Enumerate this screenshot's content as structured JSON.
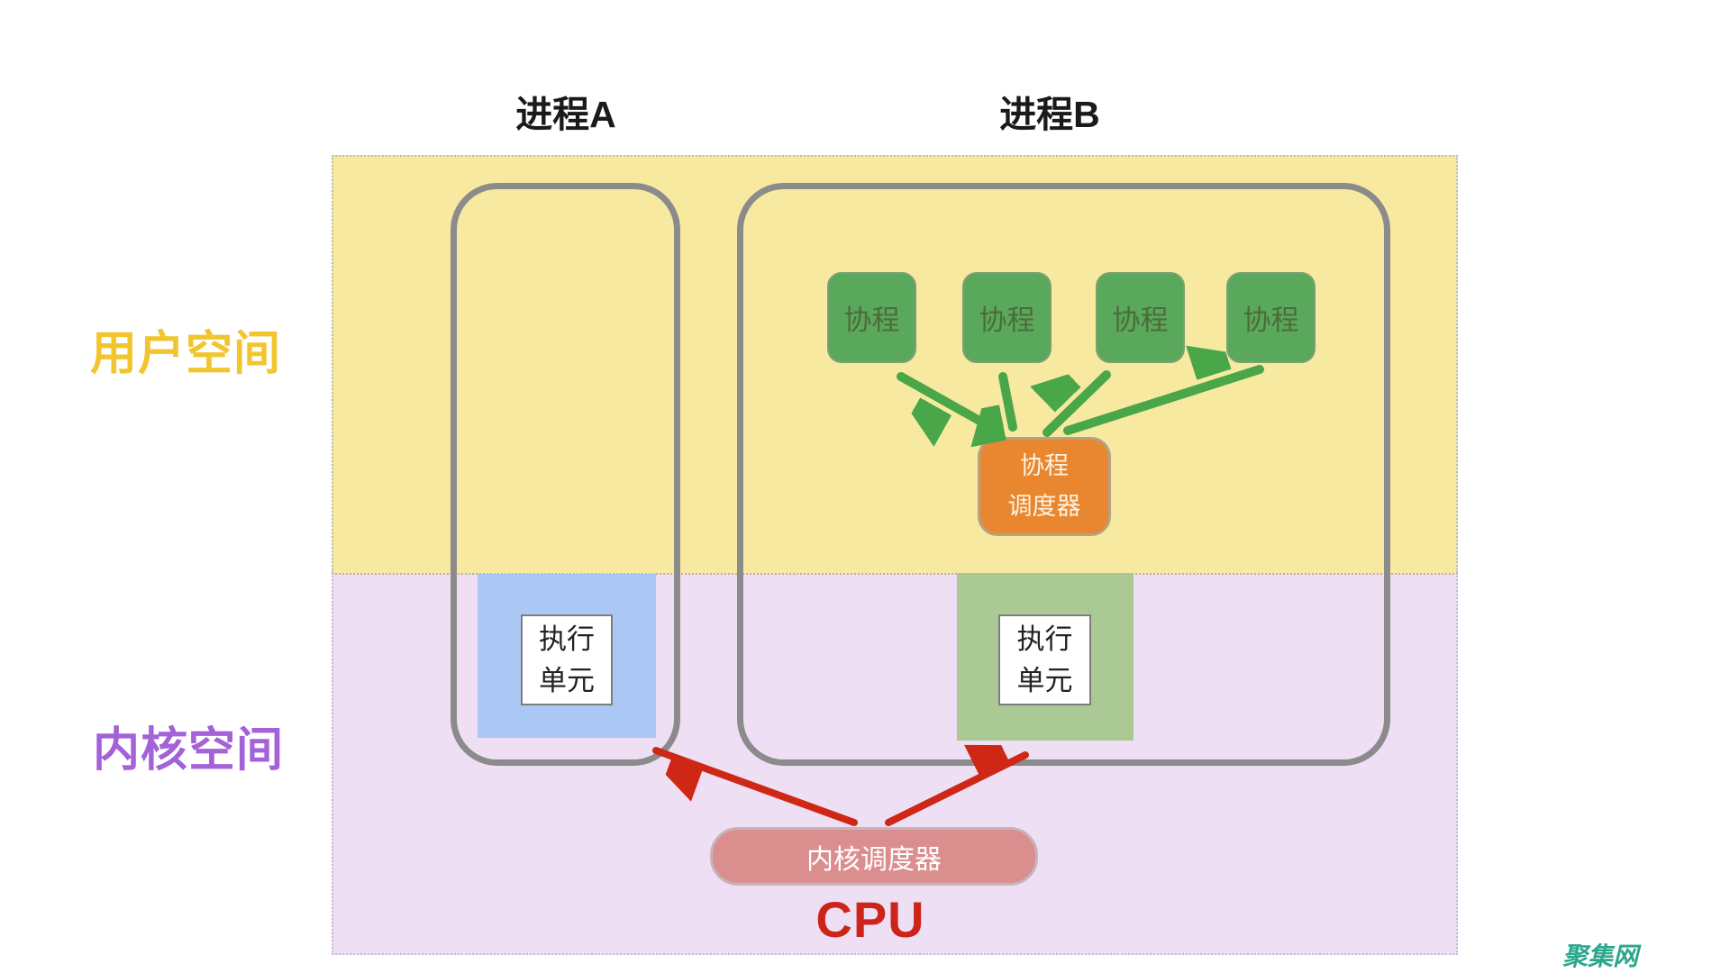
{
  "regions": {
    "user_space": {
      "label": "用户空间"
    },
    "kernel_space": {
      "label": "内核空间"
    }
  },
  "process_a": {
    "title": "进程A",
    "exec_unit": {
      "line1": "执行",
      "line2": "单元"
    }
  },
  "process_b": {
    "title": "进程B",
    "coroutines": [
      "协程",
      "协程",
      "协程",
      "协程"
    ],
    "coroutine_scheduler": {
      "line1": "协程",
      "line2": "调度器"
    },
    "exec_unit": {
      "line1": "执行",
      "line2": "单元"
    }
  },
  "cpu": {
    "kernel_scheduler_label": "内核调度器",
    "label": "CPU"
  },
  "watermark": "聚集网",
  "colors": {
    "user_space_bg": "#f8e9a1",
    "user_space_label": "#f2c52f",
    "kernel_space_bg": "#eedff5",
    "kernel_space_label": "#a561d8",
    "title_text": "#1a1a1a",
    "process_border": "#8b8b8b",
    "coroutine_bg": "#5aa85c",
    "coroutine_border": "#7da071",
    "coroutine_text": "#4c6b3b",
    "coroutine_scheduler_bg": "#e8872f",
    "coroutine_scheduler_border": "#b5a183",
    "coroutine_scheduler_text": "#fdf2e0",
    "exec_unit_a_bg": "#aac8f3",
    "exec_unit_b_bg": "#abc994",
    "exec_unit_box_bg": "#ffffff",
    "exec_unit_box_border": "#7d7d7d",
    "exec_unit_text": "#222222",
    "kernel_scheduler_bg": "#db8e8e",
    "kernel_scheduler_border": "#c9b3bb",
    "kernel_scheduler_text": "#ffffff",
    "arrow_green": "#49a649",
    "arrow_red": "#cf2715",
    "cpu_text": "#cc2418",
    "watermark_text": "#2ba88c"
  }
}
